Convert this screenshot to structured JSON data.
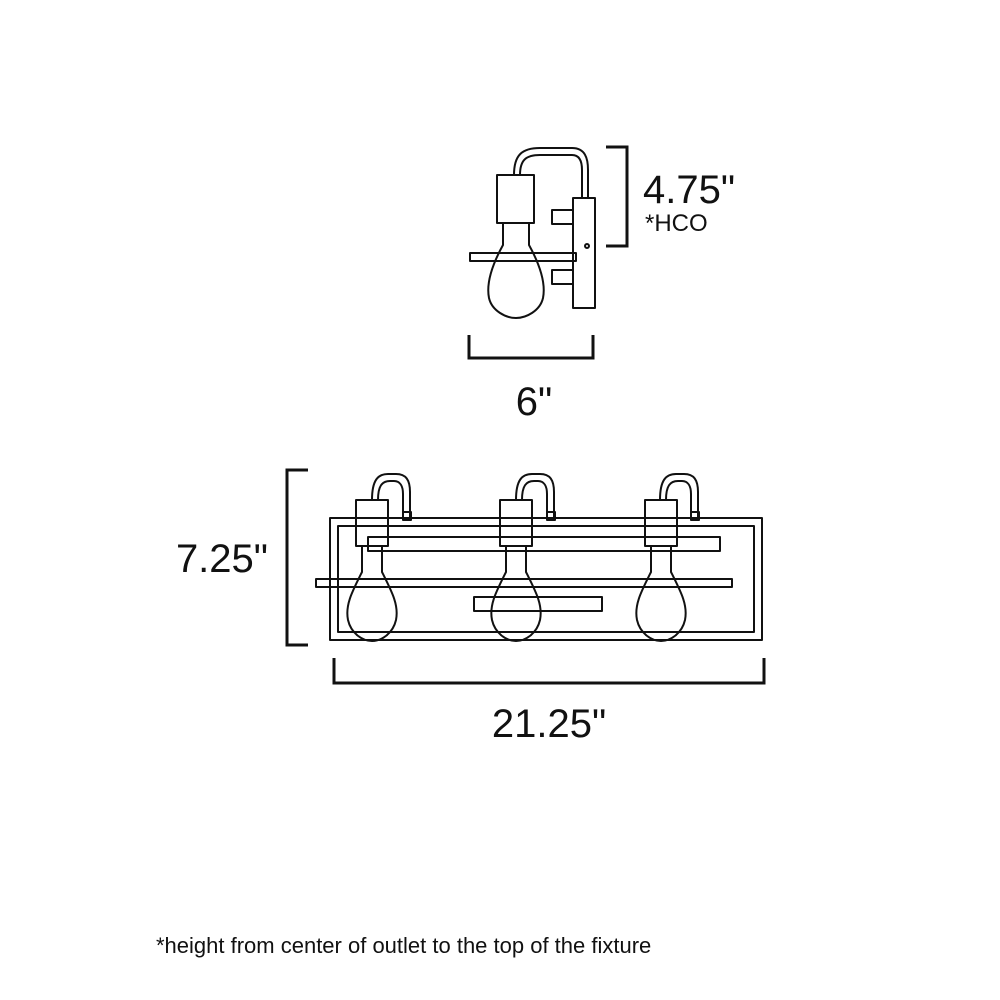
{
  "side_view": {
    "height_label": "4.75\"",
    "height_note": "*HCO",
    "width_label": "6\""
  },
  "front_view": {
    "height_label": "7.25\"",
    "width_label": "21.25\""
  },
  "footnote": "*height from center of outlet to the top of the fixture"
}
